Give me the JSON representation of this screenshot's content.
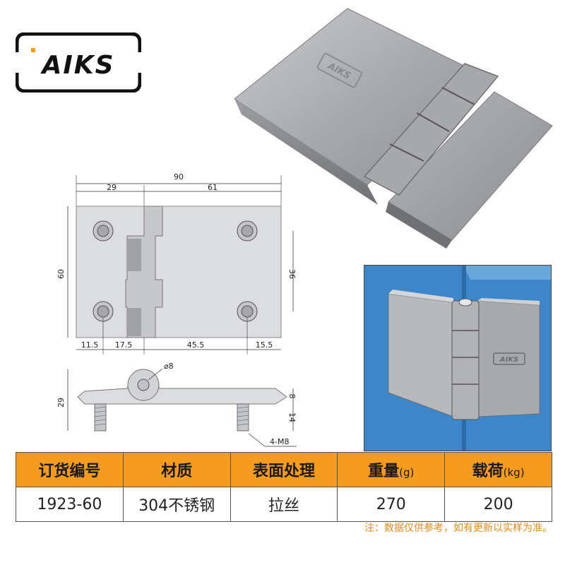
{
  "logo": {
    "text": "AIKS"
  },
  "dimensions": {
    "total_width": "90",
    "left_width": "29",
    "right_width": "61",
    "height": "60",
    "hole_spacing": "36",
    "bottom_1": "11.5",
    "bottom_2": "17.5",
    "bottom_3": "45.5",
    "bottom_4": "15.5",
    "pin_diameter": "8",
    "side_height": "29",
    "thickness": "8",
    "stud_length": "14",
    "thread": "4-M8"
  },
  "table": {
    "headers": [
      {
        "label": "订货编号",
        "unit": ""
      },
      {
        "label": "材质",
        "unit": ""
      },
      {
        "label": "表面处理",
        "unit": ""
      },
      {
        "label": "重量",
        "unit": "(g)"
      },
      {
        "label": "载荷",
        "unit": "(kg)"
      }
    ],
    "row": [
      "1923-60",
      "304不锈钢",
      "拉丝",
      "270",
      "200"
    ]
  },
  "note": "注：数据仅供参考，如有更新以实样为准。",
  "colors": {
    "header_bg": "#f59b1e",
    "note": "#e58a17",
    "install_bg": "#3d86c9"
  }
}
